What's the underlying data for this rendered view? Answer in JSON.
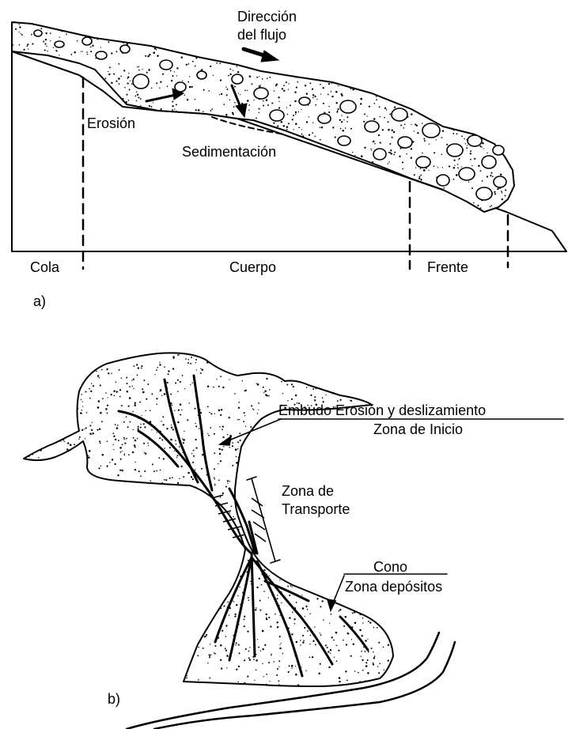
{
  "panel_a": {
    "flow_direction_line1": "Dirección",
    "flow_direction_line2": "del flujo",
    "erosion": "Erosión",
    "sedimentation": "Sedimentación",
    "zone_tail": "Cola",
    "zone_body": "Cuerpo",
    "zone_front": "Frente",
    "panel_label": "a)"
  },
  "panel_b": {
    "funnel_title": "Embudo Erosión y deslizamiento",
    "start_zone": "Zona de Inicio",
    "transport_line1": "Zona de",
    "transport_line2": "Transporte",
    "cone_title": "Cono",
    "deposit_zone": "Zona depósitos",
    "panel_label": "b)"
  },
  "colors": {
    "ink": "#000000",
    "background": "#ffffff"
  }
}
